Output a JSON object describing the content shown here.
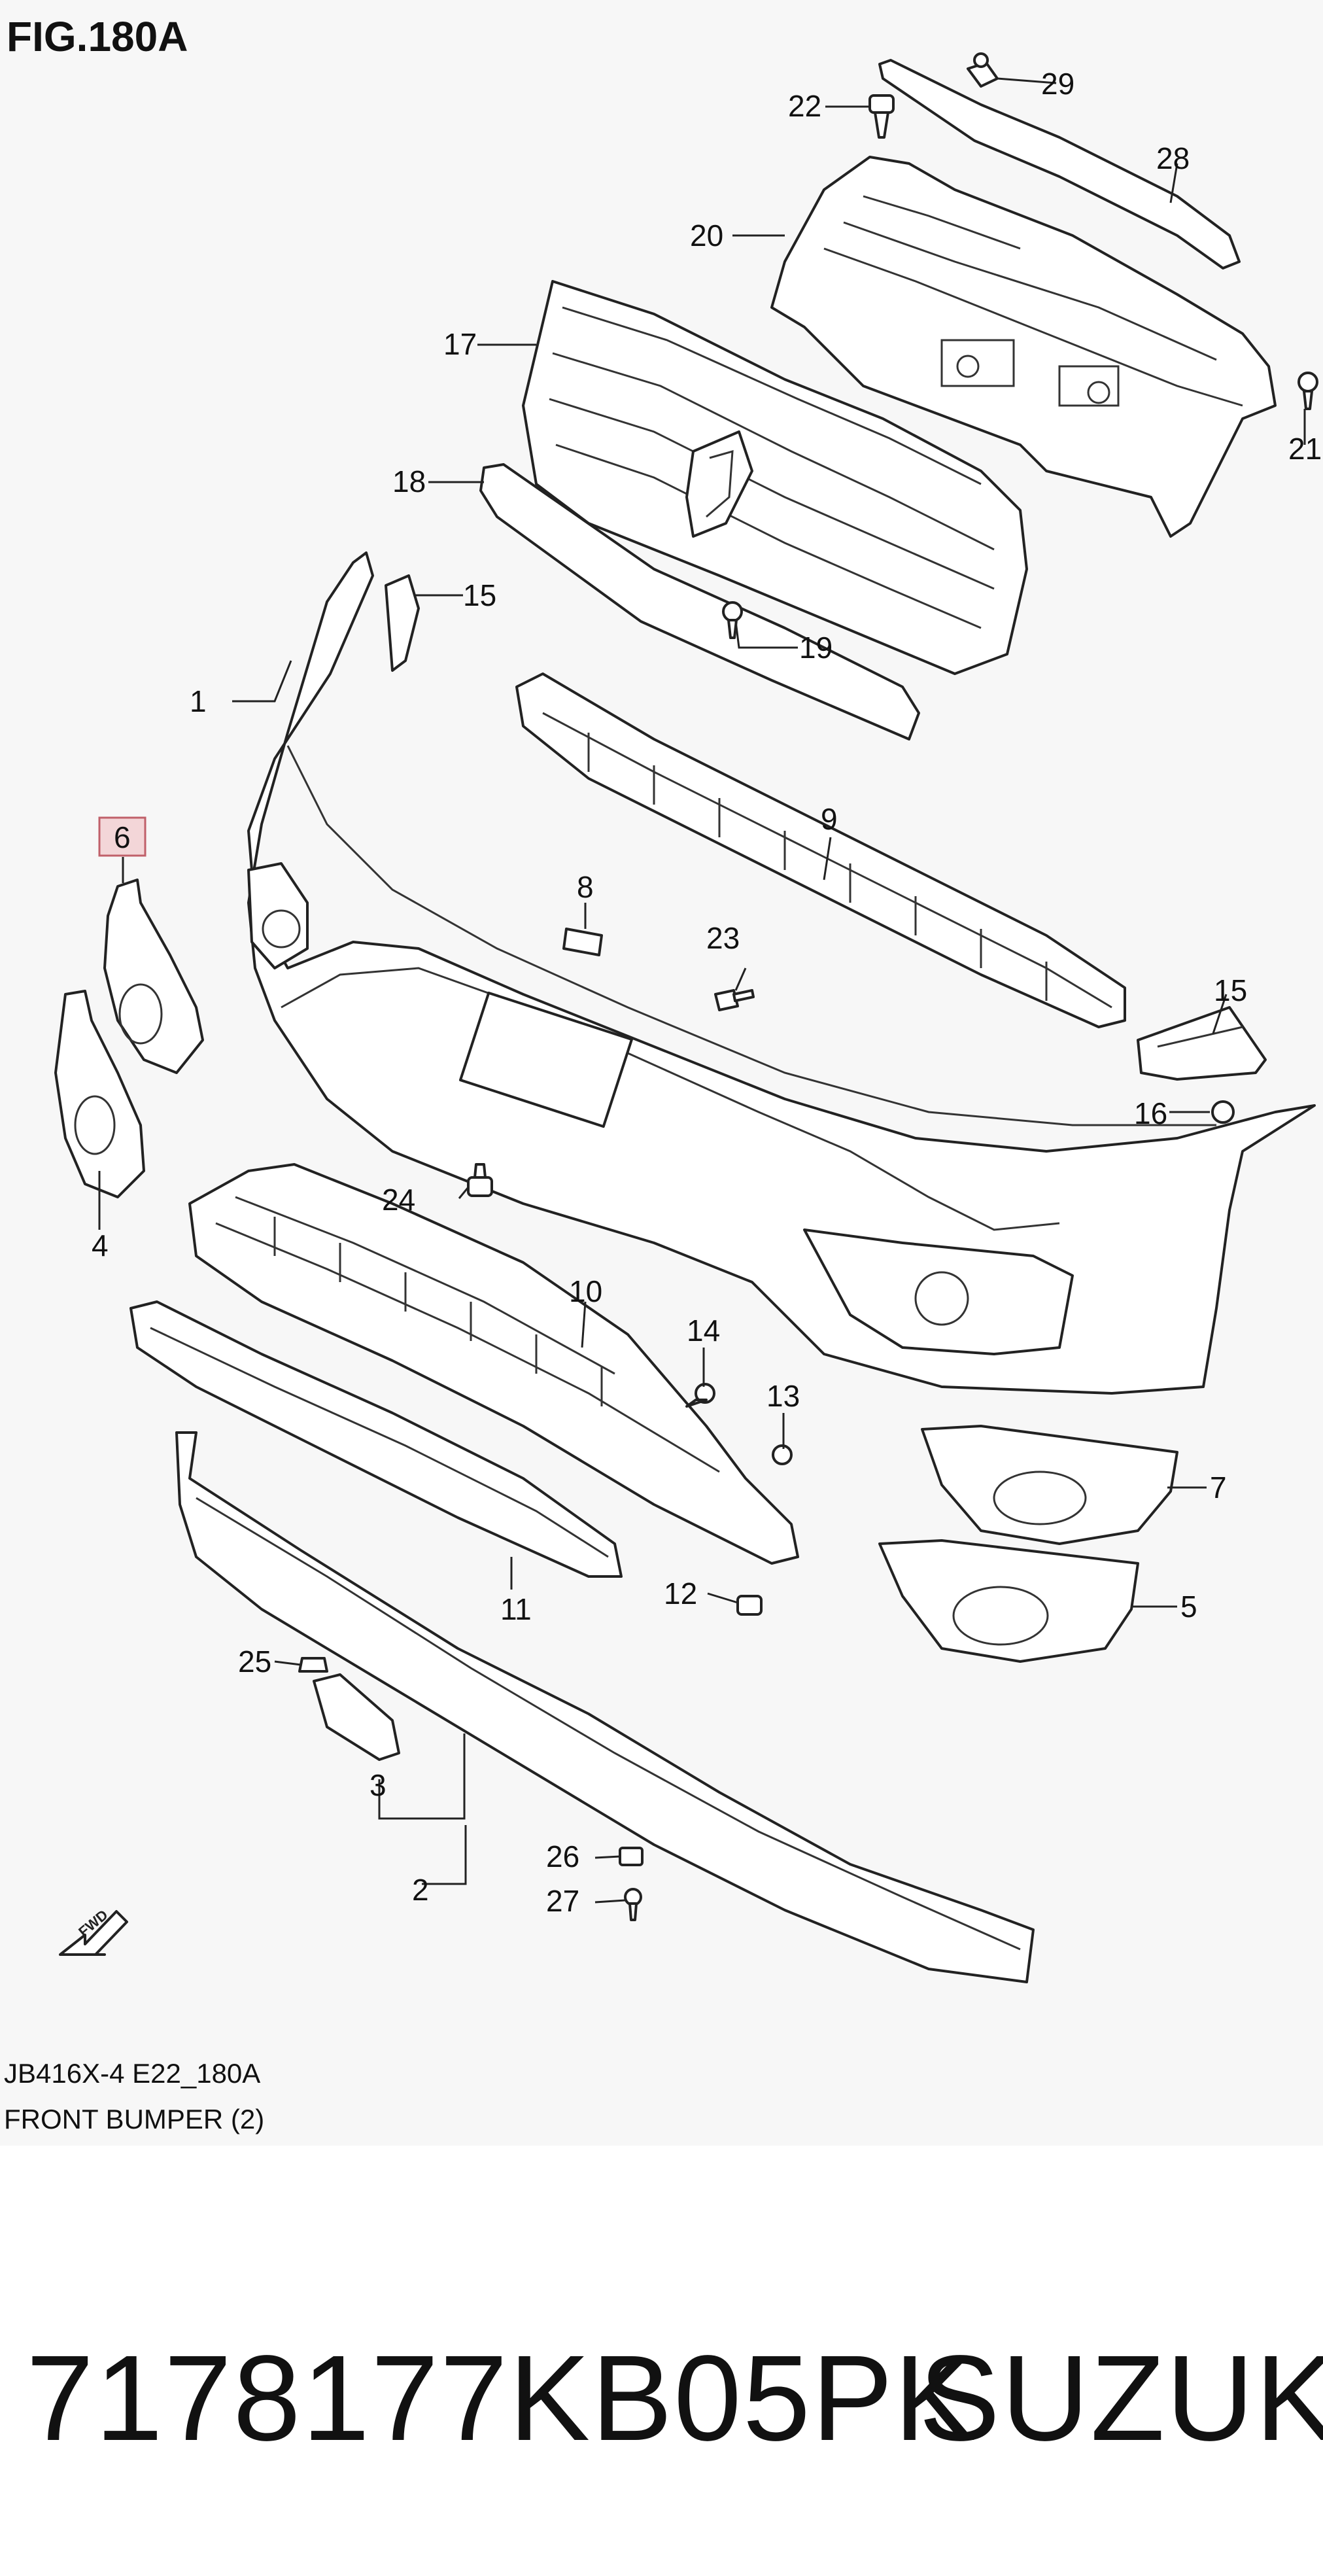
{
  "figure": {
    "title": "FIG.180A",
    "code": "JB416X-4 E22_180A",
    "name": "FRONT BUMPER (2)",
    "highlighted_callout": "6",
    "forward_marker": "FWD"
  },
  "callouts": {
    "c1": "1",
    "c2": "2",
    "c3": "3",
    "c4": "4",
    "c5": "5",
    "c6": "6",
    "c7": "7",
    "c8": "8",
    "c9": "9",
    "c10": "10",
    "c11": "11",
    "c12": "12",
    "c13": "13",
    "c14": "14",
    "c15a": "15",
    "c15b": "15",
    "c16": "16",
    "c17": "17",
    "c18": "18",
    "c19": "19",
    "c20": "20",
    "c21": "21",
    "c22": "22",
    "c23": "23",
    "c24": "24",
    "c25": "25",
    "c26": "26",
    "c27": "27",
    "c28": "28",
    "c29": "29"
  },
  "product": {
    "part_number": "7178177KB05PK",
    "brand": "SUZUKI"
  },
  "colors": {
    "highlight_fill": "#f3d6d8",
    "highlight_stroke": "#c0606a",
    "line": "#222222",
    "background": "#f7f7f7"
  }
}
